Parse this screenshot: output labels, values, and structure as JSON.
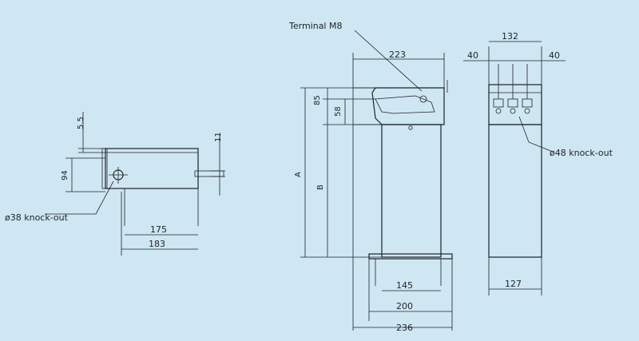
{
  "labels": {
    "terminal": "Terminal  M8",
    "knockout_38": "ø38 knock-out",
    "knockout_48": "ø48 knock-out",
    "A": "A",
    "B": "B"
  },
  "dimensions": {
    "d55": "5.5",
    "d11": "11",
    "d94": "94",
    "d175": "175",
    "d183": "183",
    "d223": "223",
    "d85": "85",
    "d58": "58",
    "d145": "145",
    "d200": "200",
    "d236": "236",
    "d132": "132",
    "d40_left": "40",
    "d40_right": "40",
    "d127": "127"
  }
}
